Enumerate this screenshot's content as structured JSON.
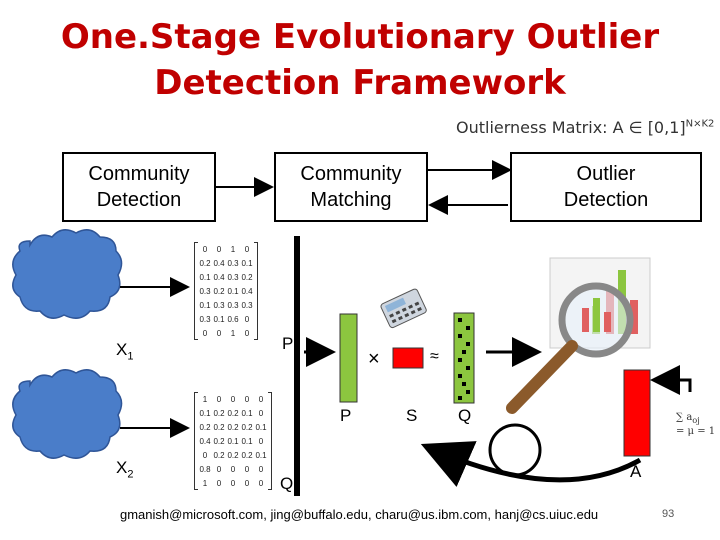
{
  "title": "One.Stage Evolutionary Outlier Detection Framework",
  "outlierness_matrix": {
    "text": "Outlierness Matrix: A ∈ [0,1]",
    "superscript": "N×K2"
  },
  "boxes": {
    "community_detection": [
      "Community",
      "Detection"
    ],
    "community_matching": [
      "Community",
      "Matching"
    ],
    "outlier_detection": [
      "Outlier",
      "Detection"
    ]
  },
  "labels": {
    "x1": "X",
    "x1_sub": "1",
    "x2": "X",
    "x2_sub": "2",
    "p_top": "P",
    "q_bottom": "Q",
    "p": "P",
    "s": "S",
    "q": "Q",
    "a": "A",
    "times": "×",
    "approx": "≈"
  },
  "matrix1": [
    [
      "0",
      "0",
      "1",
      "0"
    ],
    [
      "0.2",
      "0.4",
      "0.3",
      "0.1"
    ],
    [
      "0.1",
      "0.4",
      "0.3",
      "0.2"
    ],
    [
      "0.3",
      "0.2",
      "0.1",
      "0.4"
    ],
    [
      "0.1",
      "0.3",
      "0.3",
      "0.3"
    ],
    [
      "0.3",
      "0.1",
      "0.6",
      "0"
    ],
    [
      "0",
      "0",
      "1",
      "0"
    ]
  ],
  "matrix2": [
    [
      "1",
      "0",
      "0",
      "0",
      "0"
    ],
    [
      "0.1",
      "0.2",
      "0.2",
      "0.1",
      "0"
    ],
    [
      "0.2",
      "0.2",
      "0.2",
      "0.2",
      "0.1"
    ],
    [
      "0.4",
      "0.2",
      "0.1",
      "0.1",
      "0"
    ],
    [
      "0",
      "0.2",
      "0.2",
      "0.2",
      "0.1"
    ],
    [
      "0.8",
      "0",
      "0",
      "0",
      "0"
    ],
    [
      "1",
      "0",
      "0",
      "0",
      "0"
    ]
  ],
  "equation": {
    "line1": "∑ a",
    "sub": "oj",
    "line2": "= μ = 1"
  },
  "footer": "gmanish@microsoft.com, jing@buffalo.edu, charu@us.ibm.com, hanj@cs.uiuc.edu",
  "page_number": "93",
  "colors": {
    "title": "#c00000",
    "cloud": "#4a7dc9",
    "green": "#8cc63f",
    "red": "#ff0000"
  },
  "icons": [
    "calculator-icon",
    "magnifier-chart-icon"
  ]
}
